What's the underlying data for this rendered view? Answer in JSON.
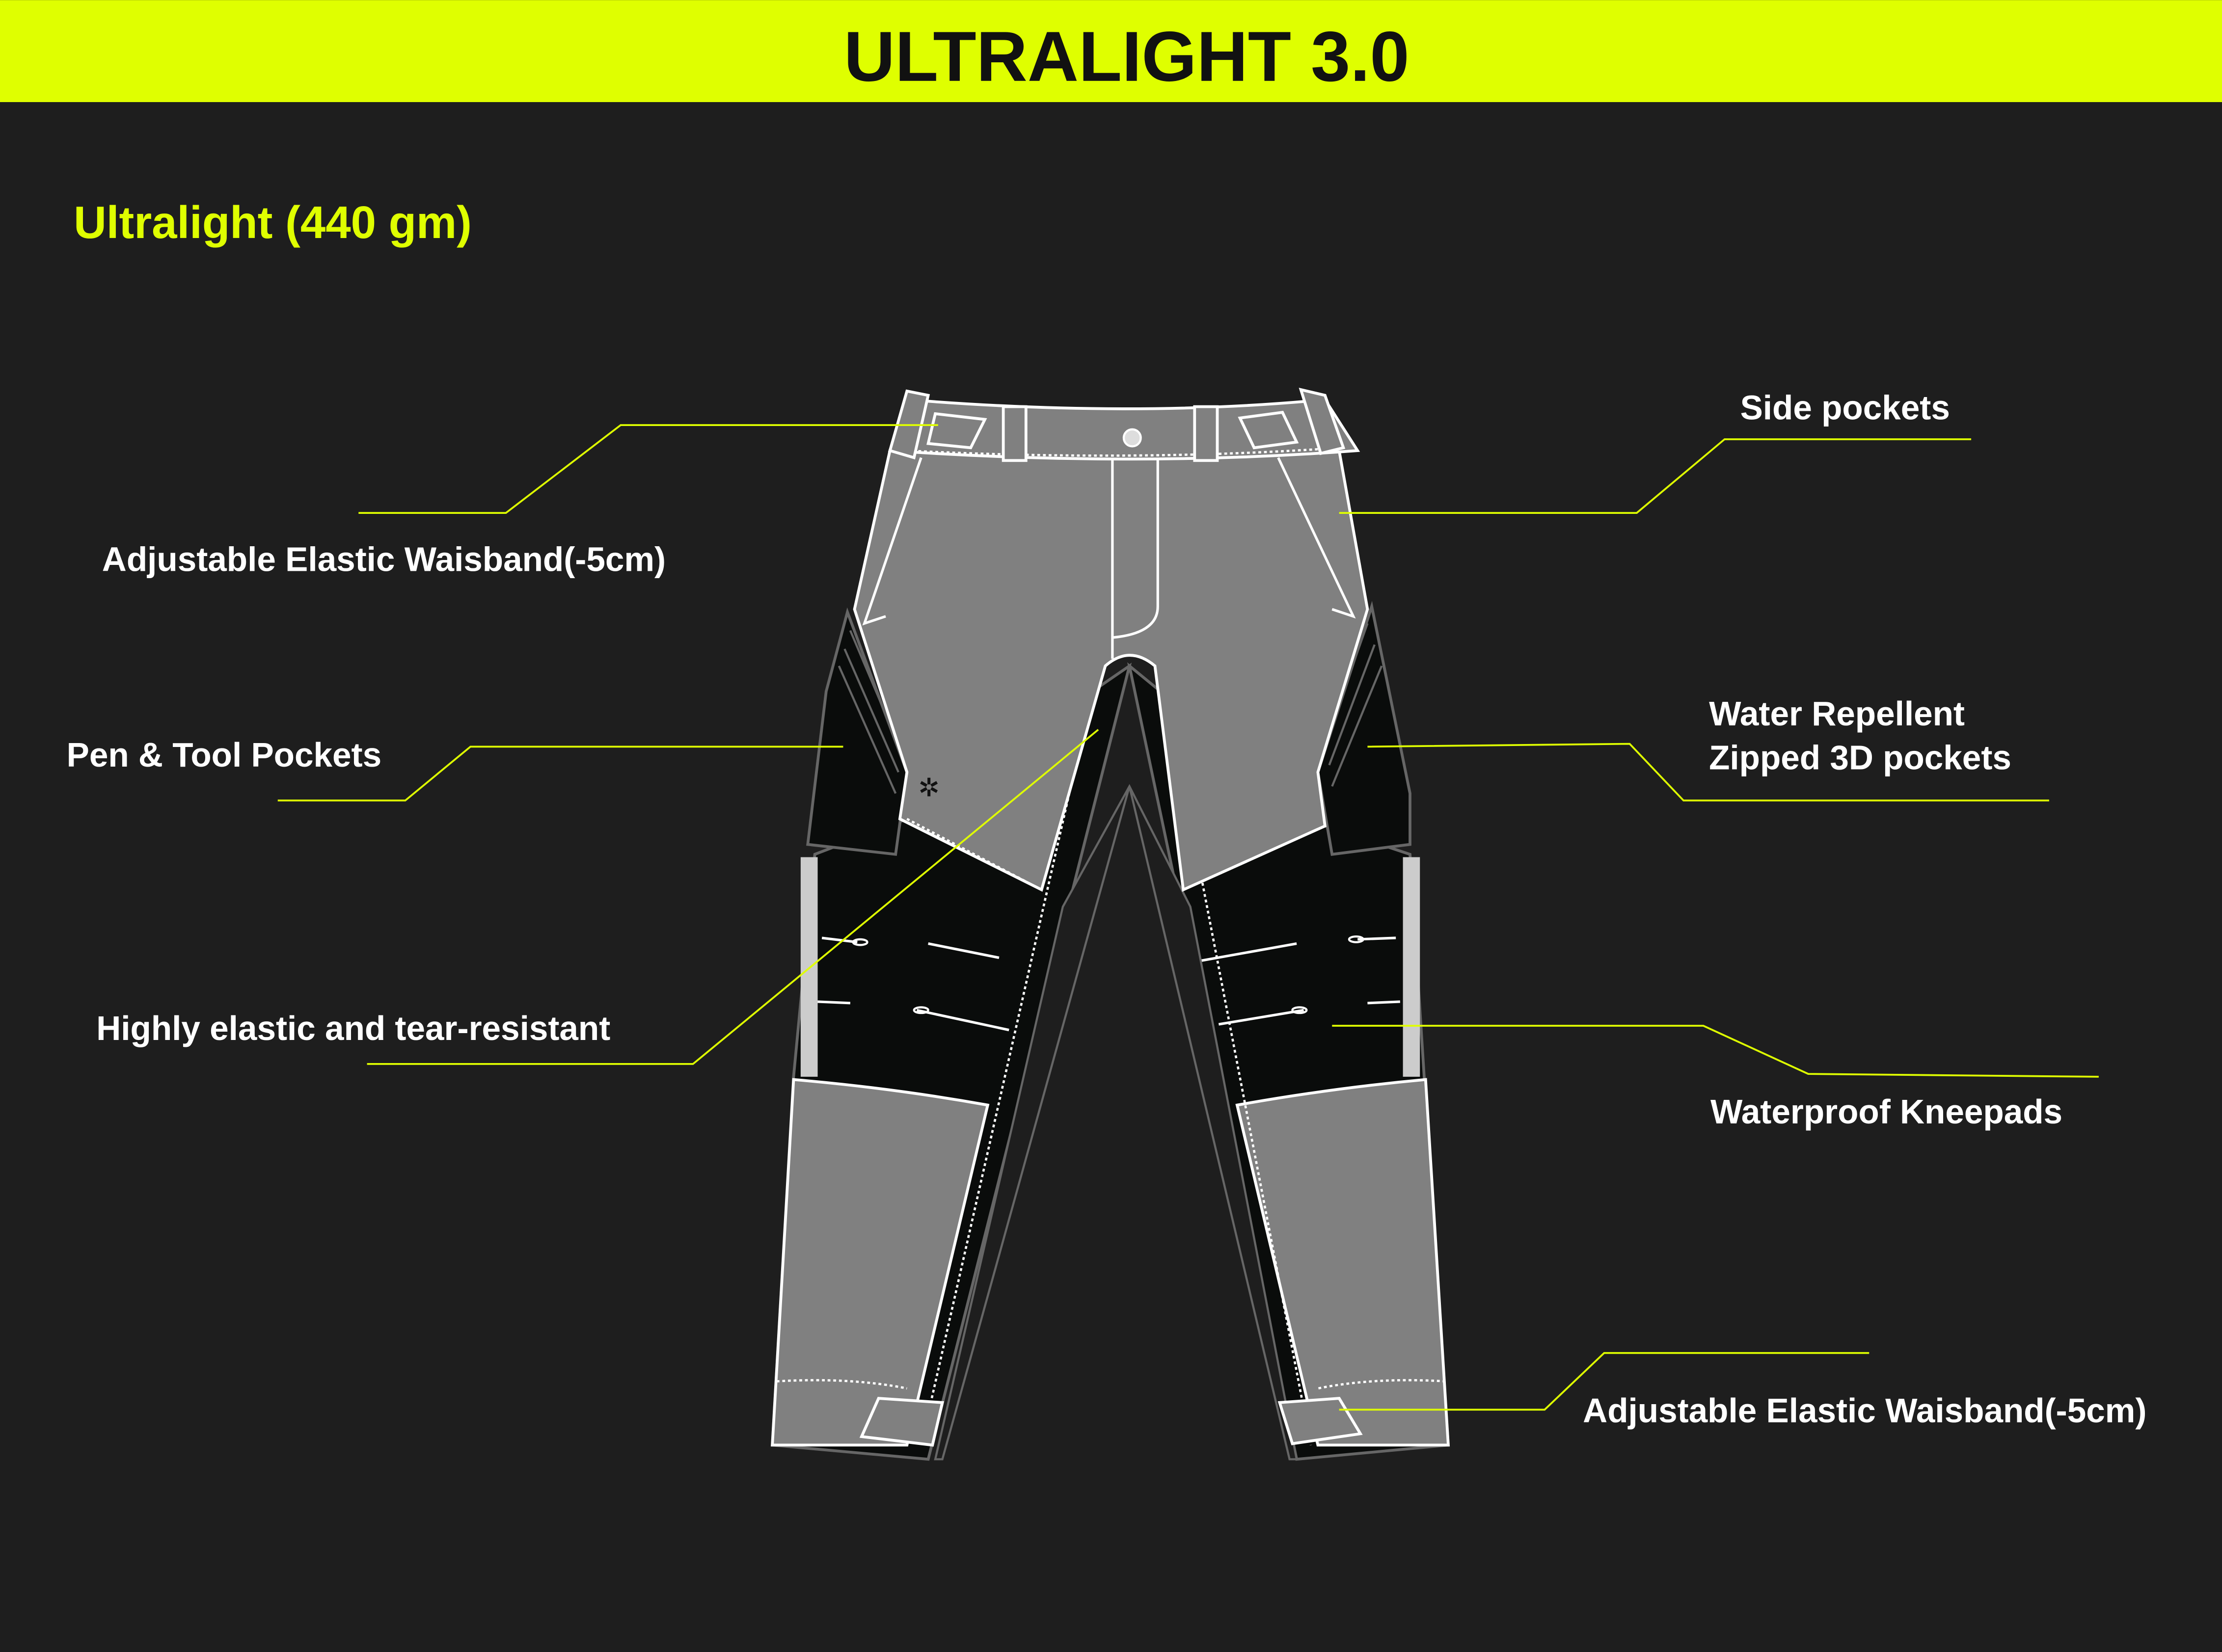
{
  "header": {
    "title": "ULTRALIGHT 3.0"
  },
  "subtitle": "Ultralight (440 gm)",
  "callouts": {
    "waistband": "Adjustable Elastic Waisband(-5cm)",
    "side_pockets": "Side pockets",
    "pen_tool_pockets": "Pen & Tool Pockets",
    "water_repellent_line1": "Water Repellent",
    "water_repellent_line2": "Zipped 3D pockets",
    "elastic": "Highly elastic and tear-resistant",
    "kneepads": "Waterproof Kneepads",
    "hem_adjust": "Adjustable Elastic Waisband(-5cm)"
  },
  "colors": {
    "accent": "#dfff00",
    "background": "#1e1e1e",
    "fabric_gray": "#808080",
    "fabric_black": "#0a0c0b"
  }
}
